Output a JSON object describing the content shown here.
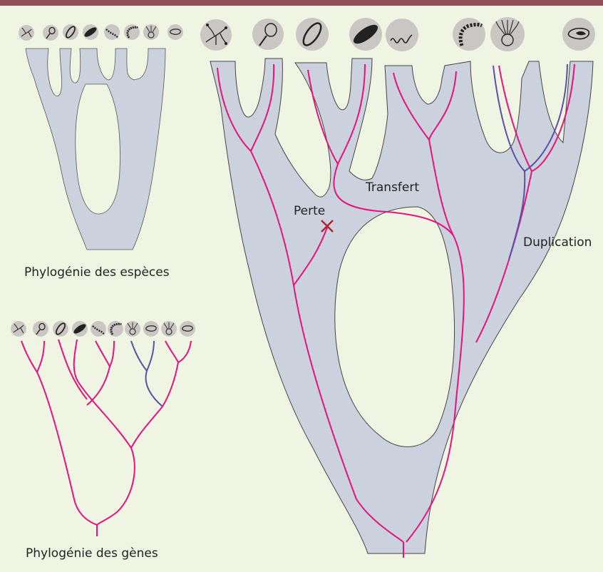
{
  "labels": {
    "species_phylogeny": "Phylogénie des espèces",
    "gene_phylogeny": "Phylogénie des gènes",
    "loss": "Perte",
    "transfer": "Transfert",
    "duplication": "Duplication"
  },
  "colors": {
    "background": "#f0f5e3",
    "top_bar": "#94505a",
    "tree_fill": "#cbd2de",
    "gene_line": "#e8127c",
    "duplicated_gene_line": "#5b4fa6",
    "loss_mark": "#b0262e",
    "icon_fill": "#c9c6c3"
  },
  "icons": {
    "large_row": [
      "branching-organism-icon",
      "spoon-shaped-organism-icon",
      "oval-cell-icon",
      "dark-rod-cell-icon",
      "spiral-bacterium-icon",
      "chain-bacterium-icon",
      "tentacled-organism-icon",
      "flat-cell-icon"
    ],
    "small_species_row": [
      "branching-organism-icon",
      "spoon-shaped-organism-icon",
      "oval-cell-icon",
      "dark-rod-cell-icon",
      "spiral-bacterium-icon",
      "chain-bacterium-icon",
      "tentacled-organism-icon",
      "flat-cell-icon"
    ],
    "small_gene_row": [
      "branching-organism-icon",
      "spoon-shaped-organism-icon",
      "oval-cell-icon",
      "dark-rod-cell-icon",
      "spiral-bacterium-icon",
      "chain-bacterium-icon",
      "tentacled-organism-icon",
      "flat-cell-icon",
      "tentacled-organism-icon",
      "flat-cell-icon"
    ]
  }
}
